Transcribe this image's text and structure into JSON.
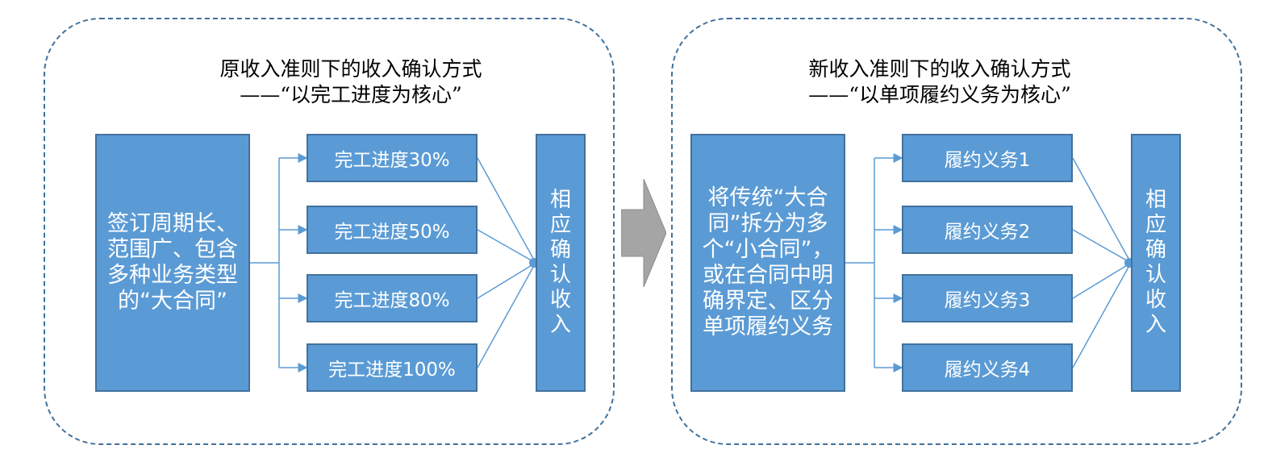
{
  "colors": {
    "box_fill": "#5b9bd5",
    "box_border": "#41719c",
    "panel_border": "#41719c",
    "arrow_fill": "#a5a5a5"
  },
  "left": {
    "title_line1": "原收入准则下的收入确认方式",
    "title_line2": "——“以完工进度为核心”",
    "source_box": "签订周期长、范围广、包含多种业务类型的“大合同”",
    "steps": [
      "完工进度30%",
      "完工进度50%",
      "完工进度80%",
      "完工进度100%"
    ],
    "result_box": "相应确认收入"
  },
  "right": {
    "title_line1": "新收入准则下的收入确认方式",
    "title_line2": "——“以单项履约义务为核心”",
    "source_box": "将传统“大合同”拆分为多个“小合同”，或在合同中明确界定、区分单项履约义务",
    "steps": [
      "履约义务1",
      "履约义务2",
      "履约义务3",
      "履约义务4"
    ],
    "result_box": "相应确认收入"
  },
  "transition_arrow_icon": "right-block-arrow-icon"
}
